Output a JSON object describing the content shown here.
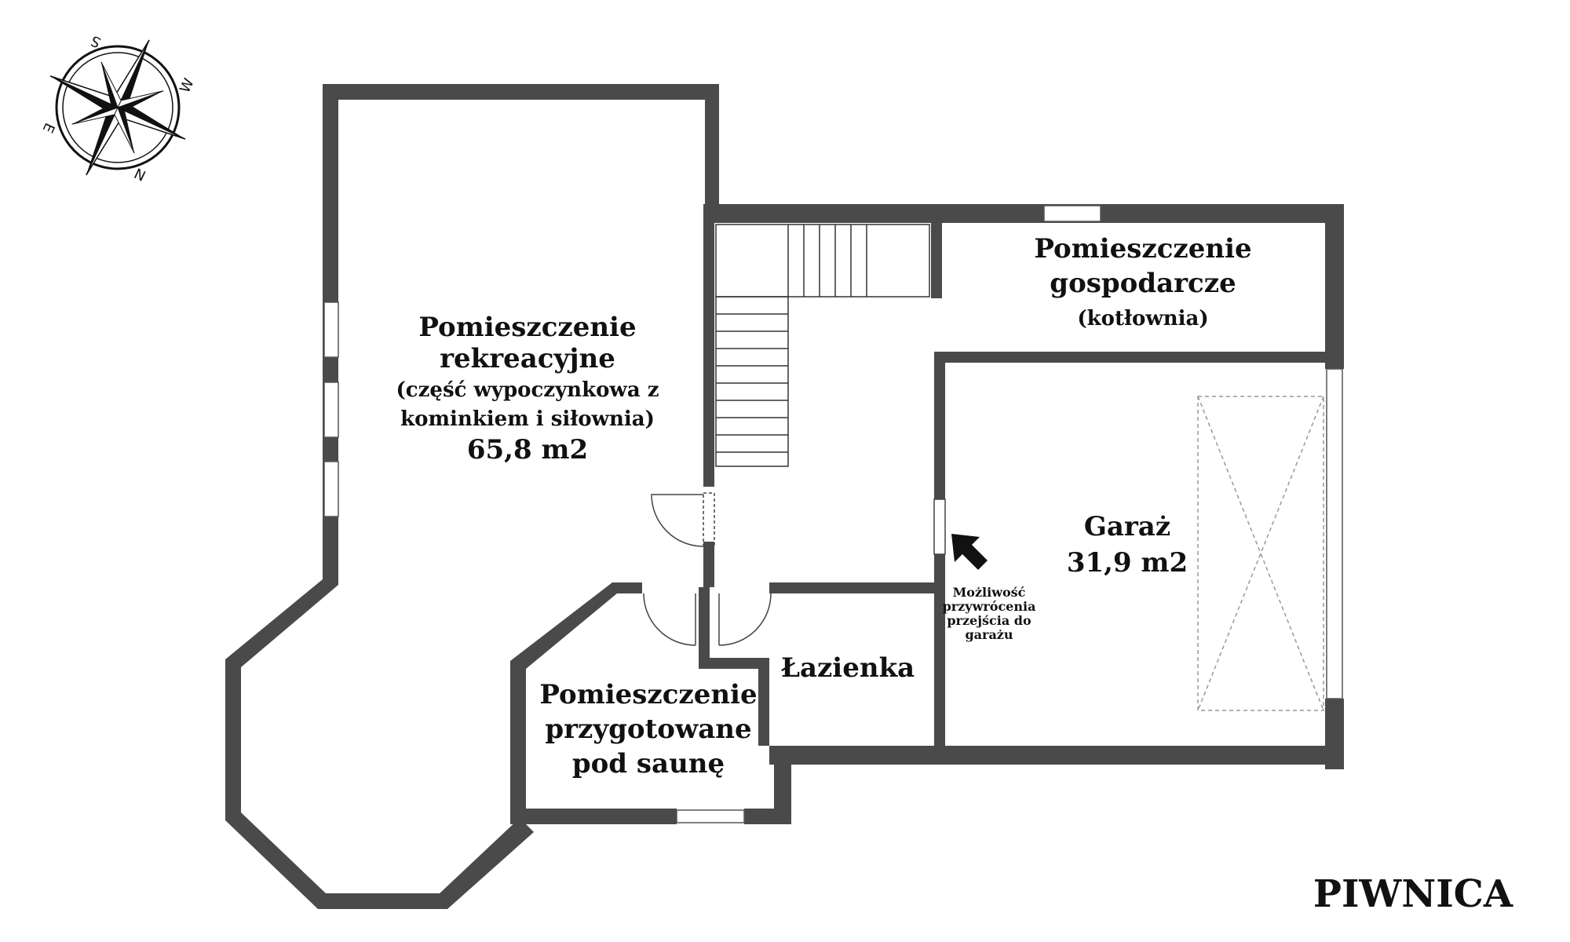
{
  "plan_title": "PIWNICA",
  "compass": {
    "n": "N",
    "s": "S",
    "e": "E",
    "w": "W"
  },
  "rooms": {
    "rekreacyjne": {
      "name_line1": "Pomieszczenie",
      "name_line2": "rekreacyjne",
      "note_line1": "(część wypoczynkowa z",
      "note_line2": "kominkiem i siłownia)",
      "area": "65,8 m2"
    },
    "gospodarcze": {
      "name_line1": "Pomieszczenie",
      "name_line2": "gospodarcze",
      "note": "(kotłownia)"
    },
    "garaz": {
      "name": "Garaż",
      "area": "31,9 m2"
    },
    "lazienka": {
      "name": "Łazienka"
    },
    "sauna": {
      "name_line1": "Pomieszczenie",
      "name_line2": "przygotowane",
      "name_line3": "pod saunę"
    }
  },
  "annotation": {
    "line1": "Możliwość",
    "line2": "przywrócenia",
    "line3": "przejścia do",
    "line4": "garażu"
  },
  "colors": {
    "wall": "#4a4a4a",
    "text": "#111111",
    "background": "#ffffff"
  }
}
